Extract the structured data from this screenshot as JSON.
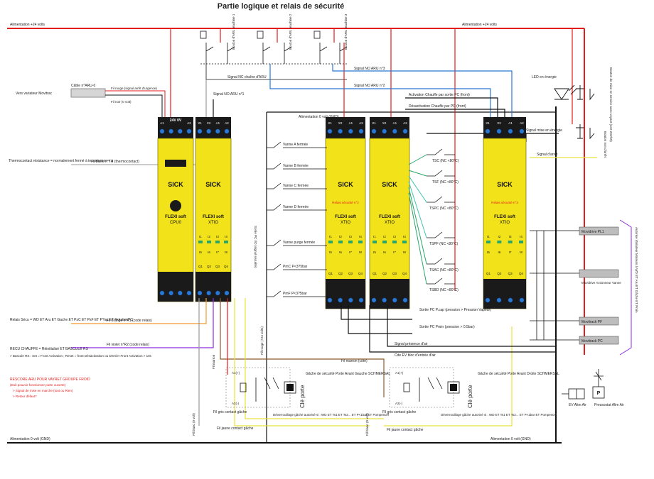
{
  "title": "Partie logique et relais de sécurité",
  "rails": {
    "top_left": "Alimentation +24 volts",
    "top_right": "Alimentation +24 volts",
    "bottom_left": "Alimentation 0 volt (GND)",
    "bottom_right": "Alimentation 0 volt (GND)",
    "gnd_mid": "Alimentation 0 volt (GND)"
  },
  "modules": [
    {
      "brand": "SICK",
      "name": "FLEXI soft",
      "model": "CPU0",
      "top": "24V 0V",
      "terms": [
        "A1",
        "A2"
      ],
      "color": "#f2e21a"
    },
    {
      "brand": "SICK",
      "name": "FLEXI soft",
      "model": "XTIO",
      "relay": "",
      "terms": [
        "X1",
        "X2",
        "A1",
        "A2"
      ],
      "color": "#f2e21a"
    },
    {
      "brand": "SICK",
      "name": "FLEXI soft",
      "model": "XTIO",
      "relay": "Relais sécurité n°2",
      "terms": [
        "X1",
        "X2",
        "A1",
        "A2"
      ],
      "color": "#f2e21a"
    },
    {
      "brand": "SICK",
      "name": "FLEXI soft",
      "model": "XTIO",
      "relay": "",
      "terms": [
        "X1",
        "X2",
        "A1",
        "A2"
      ],
      "color": "#f2e21a"
    },
    {
      "brand": "SICK",
      "name": "FLEXI soft",
      "model": "XTIO",
      "relay": "Relais sécurité n°3",
      "terms": [
        "X1",
        "X2",
        "A1",
        "A2"
      ],
      "color": "#f2e21a"
    }
  ],
  "io_rows": {
    "inputs": [
      "I1",
      "I2",
      "I3",
      "I4",
      "I5",
      "I6",
      "I7",
      "I8"
    ],
    "outputs": [
      "Q1",
      "Q2",
      "Q3",
      "Q4"
    ]
  },
  "labels": {
    "cable_aru": "Câble n°ARU-0",
    "vers_variateur": "Vers variateur Movitrac",
    "fil_rouge": "Fil rouge (signal arrêt d'urgence)",
    "fil_noir": "Fil noir (0 volt)",
    "bouton_aru_1": "Bouton d'ARU machine 1",
    "bouton_aru_2": "Bouton d'ARU machine 2",
    "bouton_aru_3": "Bouton d'ARU machine 3",
    "signal_nc": "Signal NC chaîne d'ARU",
    "signal_no1": "Signal NO ARU n°1",
    "signal_no2": "Signal NO ARU n°2",
    "signal_no3": "Signal NO ARU n°3",
    "thermo": "Thermocontact résistance = normalement fermé à température < x",
    "fil_blanc_tr": "Fil blanc n°TR (thermocontact)",
    "vanne_a": "Vanne A fermée",
    "vanne_b": "Vanne B fermée",
    "vanne_c": "Vanne C fermée",
    "vanne_d": "Vanne D fermée",
    "vanne_purge": "Vanne purge fermée",
    "pmc": "PmC P<3?5bar",
    "pmf": "PmF P<3?5bar",
    "sortie_pc": "Sortie PC I/O (signal sécurité)",
    "activation": "Activation Chauffe par sortie PC (front)",
    "desactivation": "Désactivation Chauffe par PC (front)",
    "led": "LED en énergie",
    "bouton_mise": "Bouton de mise en service avec voyant (vert 24V/W)",
    "bouton_arret": "Bouton non d'arrêt",
    "signal_mise": "Signal mise en énergie",
    "signal_arret": "Signal d'arrêt",
    "tsc": "TSC (NC <80°C)",
    "tsf": "TSF (NC <80°C)",
    "tspc": "TSPC (NC <80°C)",
    "tspf": "TSPF (NC <80°C)",
    "tsac": "TSAC (NC <80°C)",
    "tsbd": "TSBD (NC <80°C)",
    "movidrive_pl1": "Movidrive PL1",
    "movidrive_actionneur": "Movidrive Actionneur Vanne",
    "movitrack_pf": "Movitrack PF",
    "movitrack_pc": "Movitrack PC",
    "autorise": "Autorise Variateur Moteurs à WD ET Aru ET Gâche ET Pmin",
    "relais_secu": "Relais Sécu = WD ET Aru ET Gache ET PsC ET PsF ET P?ap ET RotationPC",
    "fil_orange": "Fil orange n°R1 (code relais)",
    "recu_chauffe": "RECU CHAUFFE = Réinitialisé ET BASCULE RS",
    "bascule": "> Bascule RS : Set = Front Activation ; Reset = front Désactivation ou Dernier Front Activation > 10s",
    "fil_violet": "Fil violet n°R2 (code relais)",
    "rescore": "RESCORE ARU POUR VAYRET GROUPE FROID",
    "rescore_sub": "(Doit pouvoir fonctionner porte ouverte)",
    "rescore_1": "> Signal de mise en marche (tout ou Rien)",
    "rescore_2": "> Retour défaut?",
    "sortie_pcp": "Sortie PC P.cap (pression > Pression Vapeur)",
    "sortie_pcmin": "Sortie PC Pmin (pression > 0.5bar)",
    "signal_presence": "Signal présence d'air",
    "cde_ev": "Cde EV bloc d'entrée d'air",
    "fil_marron": "Fil marron (côté)",
    "fil_marron2": "Fil marron",
    "gache_g": "Gâche de sécurité Porte Avant Gauche SCHMERSAL",
    "gache_d": "Gâche de sécurité Porte Avant Droite SCHMERSAL",
    "cle_porte": "Clé porte",
    "fil_gris_g": "Fil gris contact gâche",
    "fil_jaune_g": "Fil jaune contact gâche",
    "fil_gris_d": "Fil gris contact gâche",
    "fil_jaune_d": "Fil jaune contact gâche",
    "deverr_g": "Déverrouillage gâche autorisé si : WD ET Ts1 ET Ts2... ET P<1bar ET PompesOff",
    "deverr_d": "Déverrouillage gâche autorisé si : WD ET Ts1 ET Ts2... ET P<1bar ET PompesOff",
    "fil_blanc_0v": "Fil blanc (0 volt)",
    "fil_24v": "Fil rouge (+24 volts)",
    "ev_alim": "EV Alim Air",
    "pressostat": "Pressostat Alim Air",
    "p_symbol": "P",
    "a1": "A1(+)",
    "a2": "A2(-)"
  },
  "colors": {
    "red": "#e41b1b",
    "blue": "#2a78d4",
    "green": "#2aa66a",
    "teal": "#3fc4b0",
    "yellow": "#e8e23a",
    "orange": "#f09b2c",
    "violet": "#8a2be2",
    "gray": "#9a9a9a",
    "black": "#111111",
    "module": "#f2e21a"
  }
}
